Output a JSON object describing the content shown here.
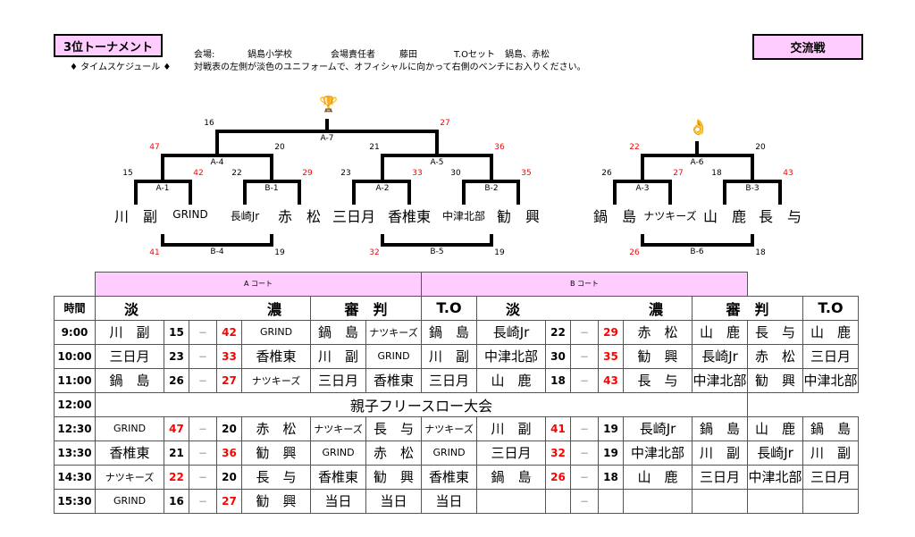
{
  "header": {
    "title": "3位トーナメント",
    "schedule_label": "♦ タイムスケジュール ♦",
    "right_badge": "交流戦",
    "venue_label": "会場:",
    "venue": "鍋島小学校",
    "manager_label": "会場責任者",
    "manager": "藤田",
    "to_label": "T.Oセット",
    "to_set": "鍋島、赤松",
    "note": "対戦表の左側が淡色のユニフォームで、オフィシャルに向かって右側のベンチにお入りください。"
  },
  "bracket_left": {
    "teams": [
      "川　副",
      "GRIND",
      "長崎Jr",
      "赤　松",
      "三日月",
      "香椎東",
      "中津北部",
      "勧　興"
    ],
    "matches": [
      {
        "id": "A-1",
        "l": "15",
        "r": "42"
      },
      {
        "id": "B-1",
        "l": "22",
        "r": "29"
      },
      {
        "id": "A-2",
        "l": "23",
        "r": "33"
      },
      {
        "id": "B-2",
        "l": "30",
        "r": "35"
      },
      {
        "id": "A-4",
        "l": "47",
        "r": "20"
      },
      {
        "id": "A-5",
        "l": "21",
        "r": "36"
      },
      {
        "id": "A-7",
        "l": "16",
        "r": "27"
      },
      {
        "id": "B-4",
        "l": "41",
        "r": "19"
      },
      {
        "id": "B-5",
        "l": "32",
        "r": "19"
      }
    ]
  },
  "bracket_right": {
    "teams": [
      "鍋　島",
      "ナツキーズ",
      "山　鹿",
      "長　与"
    ],
    "matches": [
      {
        "id": "A-3",
        "l": "26",
        "r": "27"
      },
      {
        "id": "B-3",
        "l": "18",
        "r": "43"
      },
      {
        "id": "A-6",
        "l": "22",
        "r": "20"
      },
      {
        "id": "B-6",
        "l": "26",
        "r": "18"
      }
    ]
  },
  "table": {
    "court_a": "A コート",
    "court_b": "B コート",
    "headers": {
      "time": "時間",
      "light": "淡",
      "dark": "濃",
      "ref": "審　判",
      "to": "T.O",
      "dash": "－"
    },
    "rows": [
      {
        "time": "9:00",
        "a": [
          "川　副",
          "15",
          "42",
          "GRIND",
          "鍋　島",
          "ナツキーズ",
          "鍋　島"
        ],
        "b": [
          "長崎Jr",
          "22",
          "29",
          "赤　松",
          "山　鹿",
          "長　与",
          "山　鹿"
        ]
      },
      {
        "time": "10:00",
        "a": [
          "三日月",
          "23",
          "33",
          "香椎東",
          "川　副",
          "GRIND",
          "川　副"
        ],
        "b": [
          "中津北部",
          "30",
          "35",
          "勧　興",
          "長崎Jr",
          "赤　松",
          "三日月"
        ]
      },
      {
        "time": "11:00",
        "a": [
          "鍋　島",
          "26",
          "27",
          "ナツキーズ",
          "三日月",
          "香椎東",
          "三日月"
        ],
        "b": [
          "山　鹿",
          "18",
          "43",
          "長　与",
          "中津北部",
          "勧　興",
          "中津北部"
        ]
      },
      {
        "time": "12:00",
        "banner": "親子フリースロー大会"
      },
      {
        "time": "12:30",
        "a": [
          "GRIND",
          "47",
          "20",
          "赤　松",
          "ナツキーズ",
          "長　与",
          "ナツキーズ"
        ],
        "b": [
          "川　副",
          "41",
          "19",
          "長崎Jr",
          "鍋　島",
          "山　鹿",
          "鍋　島"
        ]
      },
      {
        "time": "13:30",
        "a": [
          "香椎東",
          "21",
          "36",
          "勧　興",
          "GRIND",
          "赤　松",
          "GRIND"
        ],
        "b": [
          "三日月",
          "32",
          "19",
          "中津北部",
          "川　副",
          "長崎Jr",
          "川　副"
        ]
      },
      {
        "time": "14:30",
        "a": [
          "ナツキーズ",
          "22",
          "20",
          "長　与",
          "香椎東",
          "勧　興",
          "香椎東"
        ],
        "b": [
          "鍋　島",
          "26",
          "18",
          "山　鹿",
          "三日月",
          "中津北部",
          "三日月"
        ]
      },
      {
        "time": "15:30",
        "a": [
          "GRIND",
          "16",
          "27",
          "勧　興",
          "当日",
          "当日",
          "当日"
        ],
        "b": [
          "",
          "",
          "",
          "",
          "",
          "",
          ""
        ]
      }
    ]
  },
  "colors": {
    "accent": "#ffccff",
    "win": "#ff0000"
  }
}
